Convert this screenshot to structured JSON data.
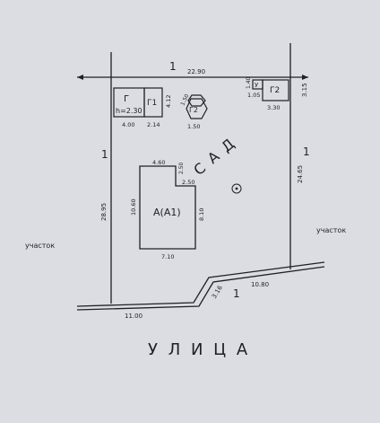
{
  "labels": {
    "plot_marker_top": "1",
    "plot_marker_left": "1",
    "plot_marker_right": "1",
    "plot_marker_bottom": "1",
    "neighbor_left": "участок",
    "neighbor_right": "участок",
    "street": "У Л И Ц А",
    "garden": "С А Д"
  },
  "dimensions": {
    "top_length": "22.90",
    "left_length": "28.95",
    "right_length": "24.65",
    "right_top_offset": "3.15",
    "bottom_left_length": "11.00",
    "bottom_right_length": "10.80",
    "bottom_jog": "3.16"
  },
  "buildings": {
    "garage": {
      "label": "Г",
      "height_note": "h=2.30",
      "width": "4.00"
    },
    "g1": {
      "label": "Г1",
      "width": "2.14",
      "depth": "4.12"
    },
    "g2_hex": {
      "label": "Г2",
      "width": "1.50",
      "side": "1.50"
    },
    "g2_right": {
      "label": "Г2",
      "width": "3.30"
    },
    "toilet": {
      "label": "У",
      "width": "1.05",
      "depth": "1.40"
    },
    "house": {
      "label": "А(А1)",
      "top_width": "4.60",
      "notch_depth": "2.50",
      "notch_width": "2.50",
      "left_height": "10.60",
      "right_height": "8.10",
      "bottom_width": "7.10"
    }
  },
  "tree_symbol": "tree-circle"
}
